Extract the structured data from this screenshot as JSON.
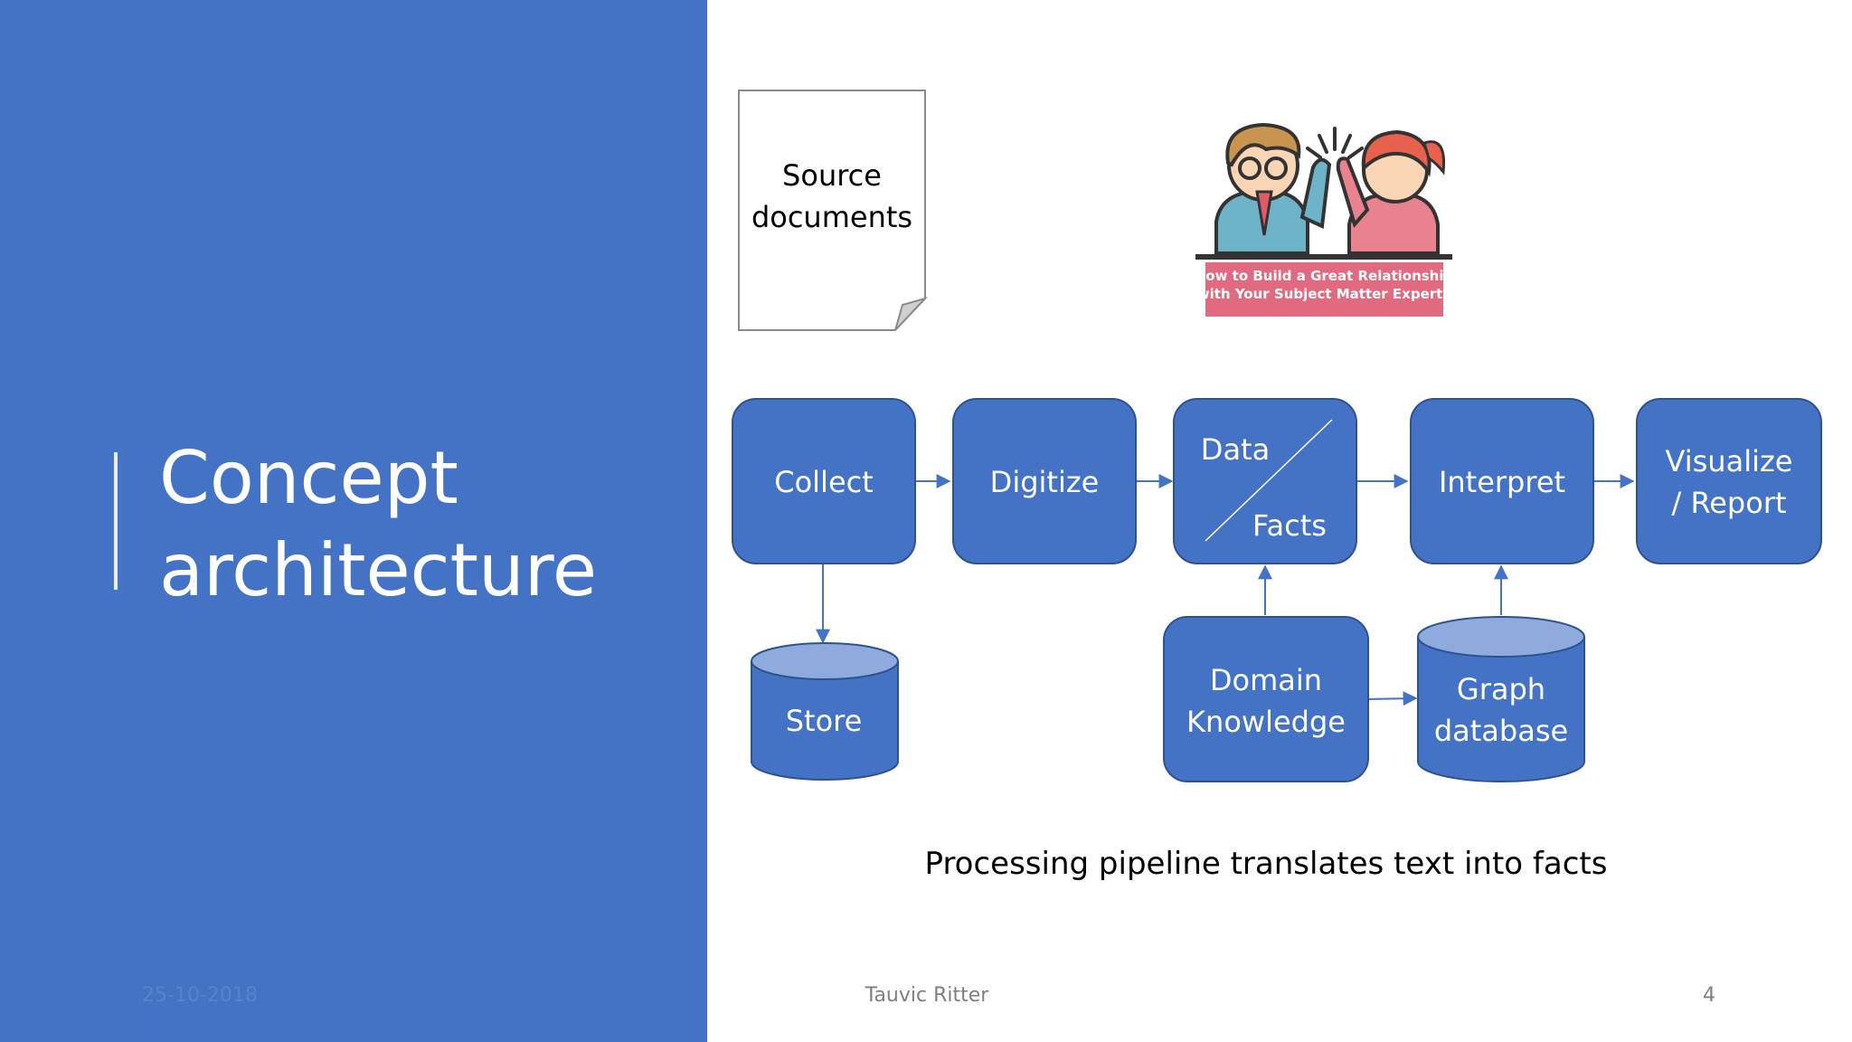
{
  "slide": {
    "title_line1": "Concept",
    "title_line2": "architecture",
    "date": "25-10-2018",
    "author": "Tauvic Ritter",
    "page_number": "4",
    "colors": {
      "panel": "#4472c4",
      "node_fill": "#4472c4",
      "node_stroke": "#2f528f",
      "connector": "#4472c4"
    }
  },
  "diagram": {
    "source_doc": {
      "line1": "Source",
      "line2": "documents"
    },
    "illustration": {
      "caption_line1": "How to Build a Great Relationship",
      "caption_line2": "with Your Subject Matter Experts"
    },
    "nodes": {
      "collect": "Collect",
      "digitize": "Digitize",
      "data": "Data",
      "facts": "Facts",
      "interpret": "Interpret",
      "visualize_line1": "Visualize",
      "visualize_line2": "/ Report",
      "store": "Store",
      "domain_line1": "Domain",
      "domain_line2": "Knowledge",
      "graph_line1": "Graph",
      "graph_line2": "database"
    },
    "caption": "Processing pipeline translates text into facts"
  }
}
